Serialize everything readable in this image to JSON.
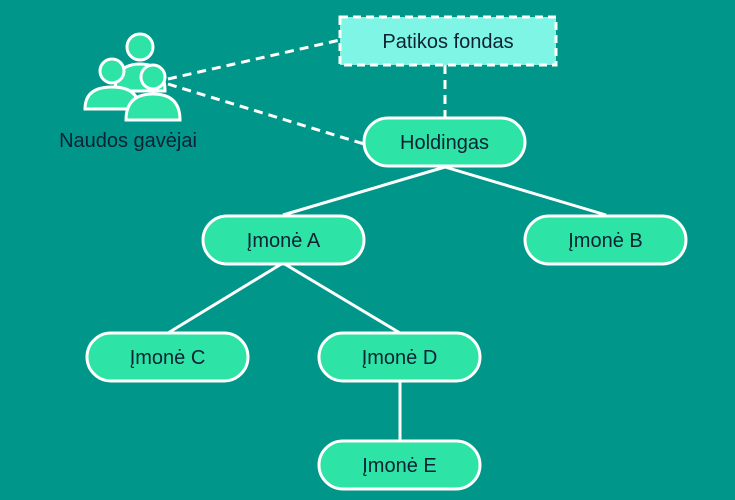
{
  "colors": {
    "background": "#00968a",
    "node_fill": "#2de3a6",
    "node_stroke": "#ffffff",
    "trust_fill": "#7ff5e6",
    "text": "#0d2233",
    "icon_fill": "#2de3a6",
    "connector": "#ffffff"
  },
  "beneficiaries": {
    "label": "Naudos gavėjai",
    "icon": "people-group-icon"
  },
  "trust_fund": {
    "label": "Patikos fondas"
  },
  "nodes": {
    "holding": {
      "label": "Holdingas"
    },
    "company_a": {
      "label": "Įmonė A"
    },
    "company_b": {
      "label": "Įmonė B"
    },
    "company_c": {
      "label": "Įmonė C"
    },
    "company_d": {
      "label": "Įmonė D"
    },
    "company_e": {
      "label": "Įmonė E"
    }
  }
}
